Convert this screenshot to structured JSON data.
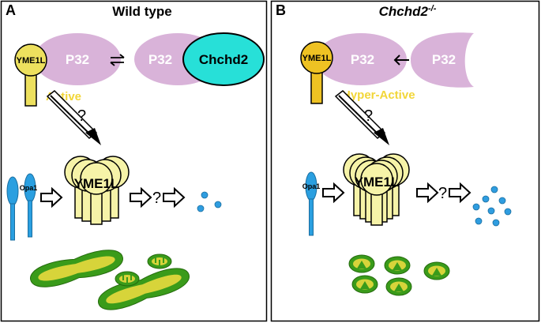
{
  "colors": {
    "yme1l_active": "#ede05e",
    "yme1l_hyper": "#eec223",
    "yme1l_complex": "#f6f3a8",
    "p32": "#d9b3d9",
    "chchd2": "#27e0d8",
    "opa1": "#2a9fe0",
    "fragment": "#2f9de0",
    "mito_outer": "#3a9b1a",
    "mito_inner": "#d7d43a",
    "state_text": "#f2d638"
  },
  "panel_a": {
    "letter": "A",
    "title": "Wild type",
    "yme1l_label": "YME1L",
    "p32_label": "P32",
    "p32_complex_label": "P32",
    "chchd2_label": "Chchd2",
    "state_label": "Active",
    "question_top": "?",
    "complex_label": "YME1L",
    "opa1_label": "Opa1",
    "question_mid": "?",
    "equilibrium_icon": "equilibrium-arrows-icon",
    "fragments_count": 3
  },
  "panel_b": {
    "letter": "B",
    "title_gene": "Chchd2",
    "title_sup": "-/-",
    "yme1l_label": "YME1L",
    "p32_label": "P32",
    "p32_free_label": "P32",
    "state_label": "Hyper-Active",
    "question_top": "?",
    "complex_label": "YME1L",
    "opa1_label": "Opa1",
    "question_mid": "?",
    "direction_icon": "left-arrow-icon",
    "fragments_count": 8
  }
}
